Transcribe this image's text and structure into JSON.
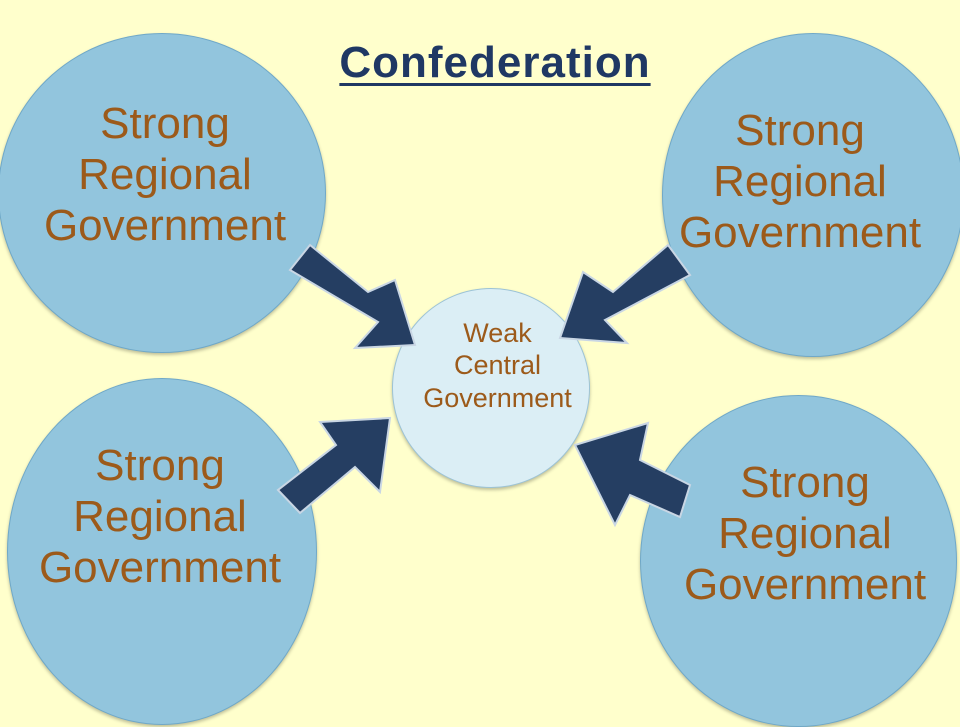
{
  "title": "Confederation",
  "center": {
    "line1": "Weak",
    "line2": "Central",
    "line3": "Government"
  },
  "regions": [
    {
      "line1": "Strong",
      "line2": "Regional",
      "line3": "Government"
    },
    {
      "line1": "Strong",
      "line2": "Regional",
      "line3": "Government"
    },
    {
      "line1": "Strong",
      "line2": "Regional",
      "line3": "Government"
    },
    {
      "line1": "Strong",
      "line2": "Regional",
      "line3": "Government"
    }
  ],
  "colors": {
    "background": "#FFFFCC",
    "regional_circle": "#92C5DD",
    "central_circle": "#DBEEF5",
    "label_text": "#9C5A1A",
    "arrow": "#253E62",
    "title": "#1F3864"
  }
}
